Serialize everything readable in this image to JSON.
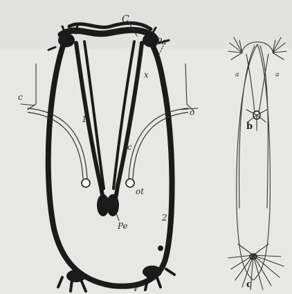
{
  "labels": {
    "left": {
      "C": "C",
      "Pa": "Pa",
      "x": "x",
      "one": "1",
      "two": "2",
      "c_outer": "c",
      "c_inner": "c",
      "o": "o",
      "ot": "ot",
      "Pe": "Pe",
      "V": "V"
    },
    "right": {
      "b": "b",
      "c": "c",
      "small_left": "a",
      "small_right": "a"
    }
  },
  "colors": {
    "ink": "#1b1b1b",
    "paper": "#e7e7e5"
  }
}
